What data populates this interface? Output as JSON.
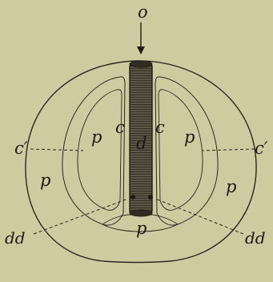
{
  "labels": {
    "o": "o",
    "d": "d",
    "c_left": "c",
    "c_right": "c",
    "c_prime_left": "c′",
    "c_prime_right": "c′",
    "p_upper_left": "p",
    "p_upper_right": "p",
    "p_lower_left": "p",
    "p_lower_right": "p",
    "p_bottom": "p",
    "dd_left": "dd",
    "dd_right": "dd"
  },
  "colors": {
    "background": "#cfcaa0",
    "outer_body": "#bdb98e",
    "body_cavity": "#d6d2aa",
    "inner_layer": "#bdb98e",
    "central_tube": "#4a463a",
    "ink": "#2a271c"
  }
}
